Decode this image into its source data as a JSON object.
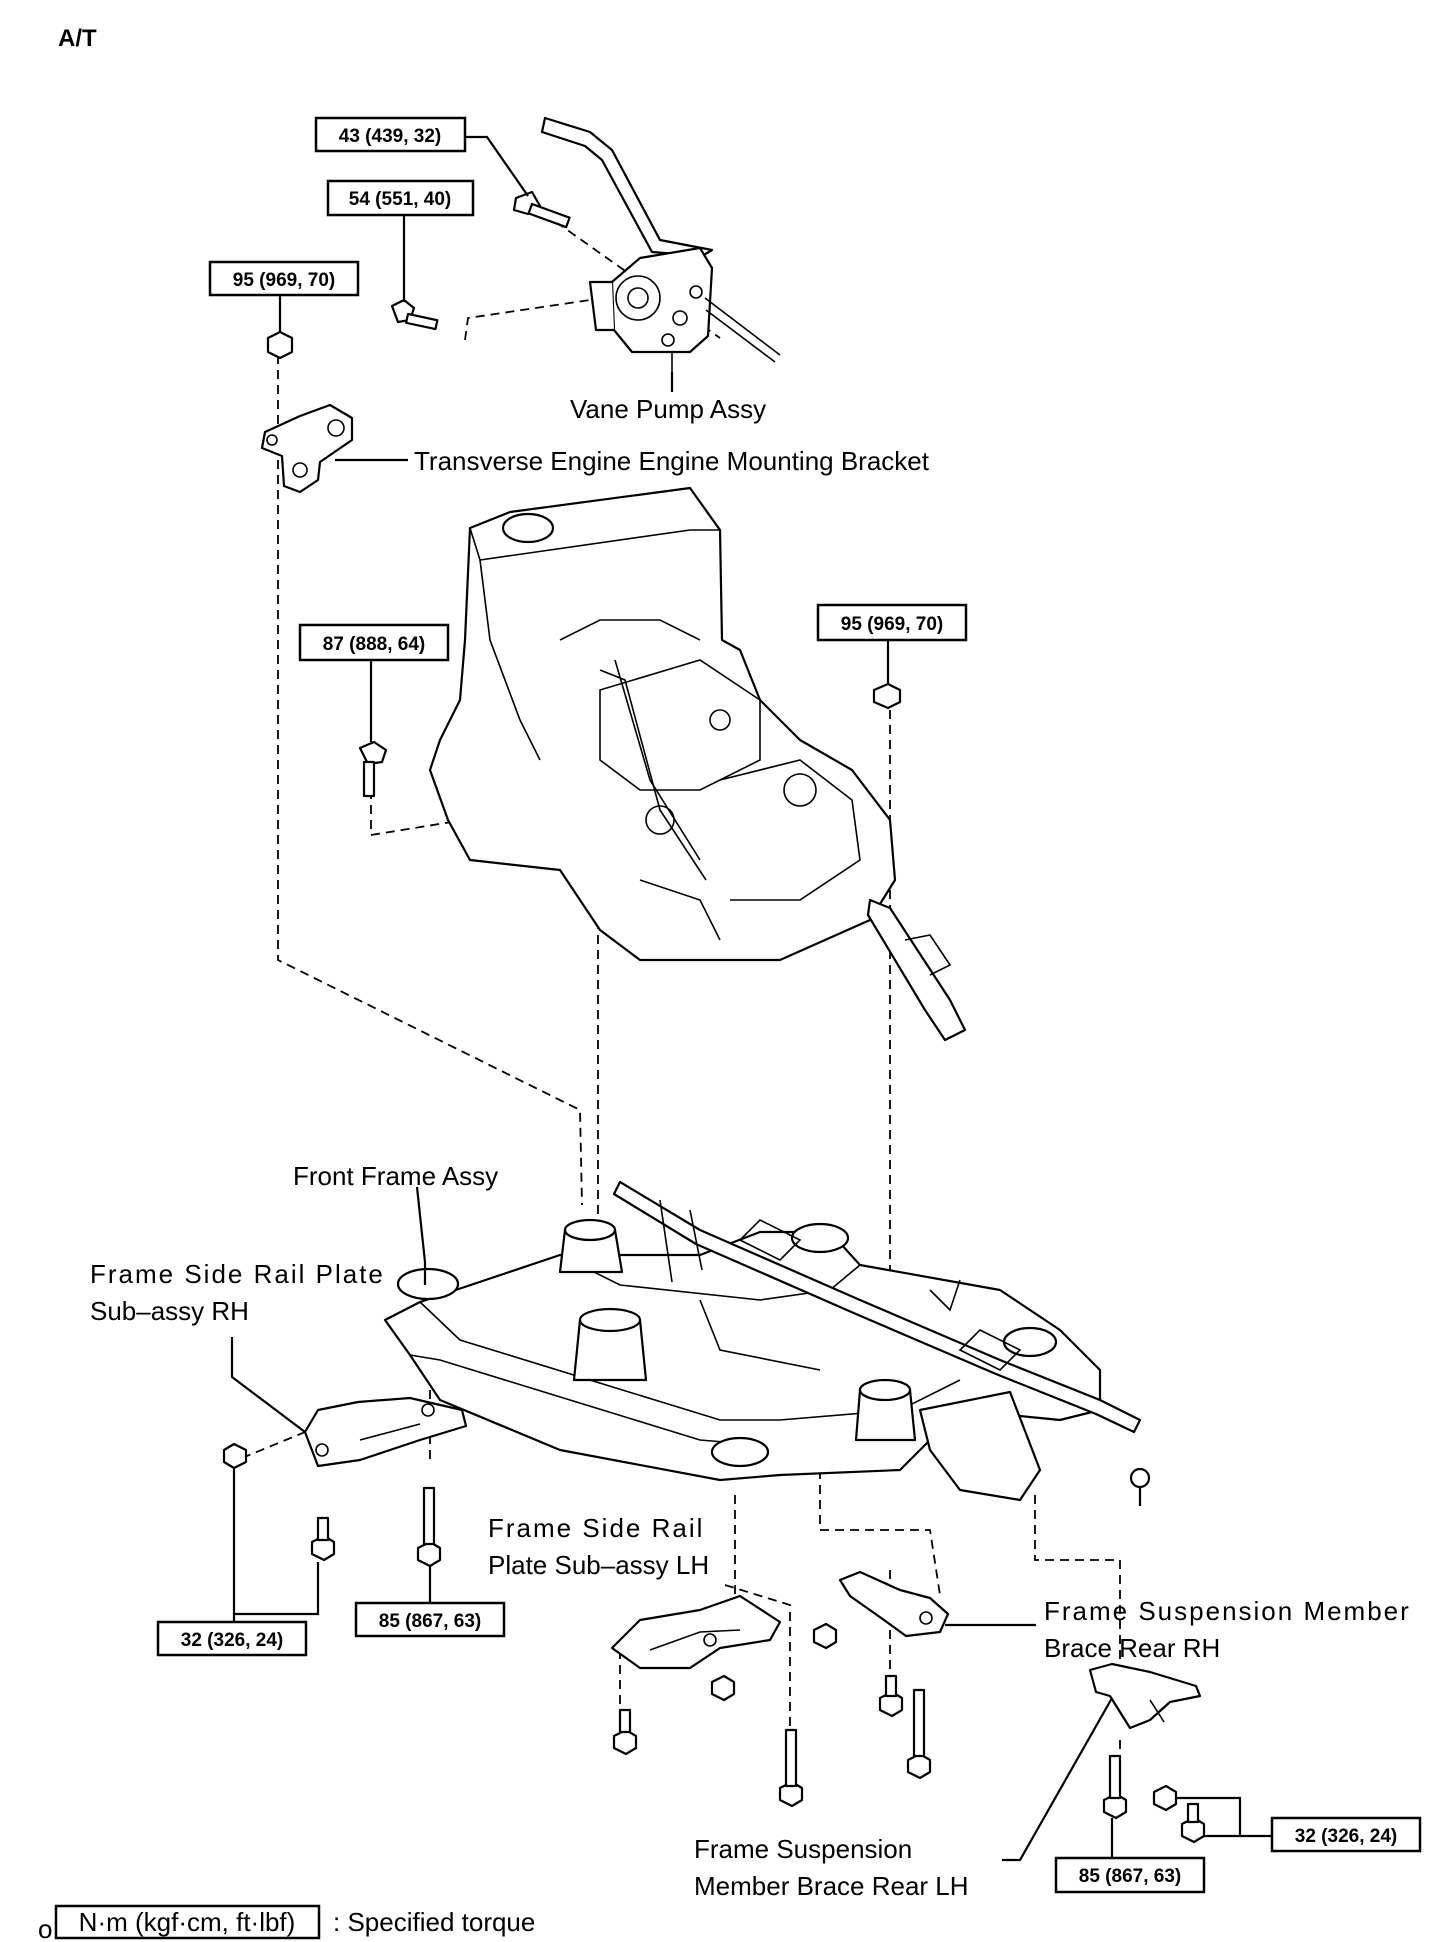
{
  "header": {
    "title": "A/T"
  },
  "labels": {
    "vane_pump": "Vane Pump Assy",
    "mounting_bracket": "Transverse Engine Engine Mounting Bracket",
    "front_frame": "Front Frame Assy",
    "rail_plate_rh_1": "Frame Side Rail Plate",
    "rail_plate_rh_2": "Sub–assy RH",
    "rail_plate_lh_1": "Frame Side Rail",
    "rail_plate_lh_2": "Plate Sub–assy LH",
    "brace_rh_1": "Frame Suspension Member",
    "brace_rh_2": "Brace Rear RH",
    "brace_lh_1": "Frame Suspension",
    "brace_lh_2": "Member Brace Rear LH"
  },
  "torques": {
    "t1": "43 (439, 32)",
    "t2": "54 (551, 40)",
    "t3": "95 (969, 70)",
    "t4": "87 (888, 64)",
    "t5": "95 (969, 70)",
    "t6": "32 (326, 24)",
    "t7": "85 (867, 63)",
    "t8": "32 (326, 24)",
    "t9": "85 (867, 63)"
  },
  "legend": {
    "marker": "o",
    "box_text": "N·m (kgf·cm, ft·lbf)",
    "description": ": Specified torque"
  }
}
